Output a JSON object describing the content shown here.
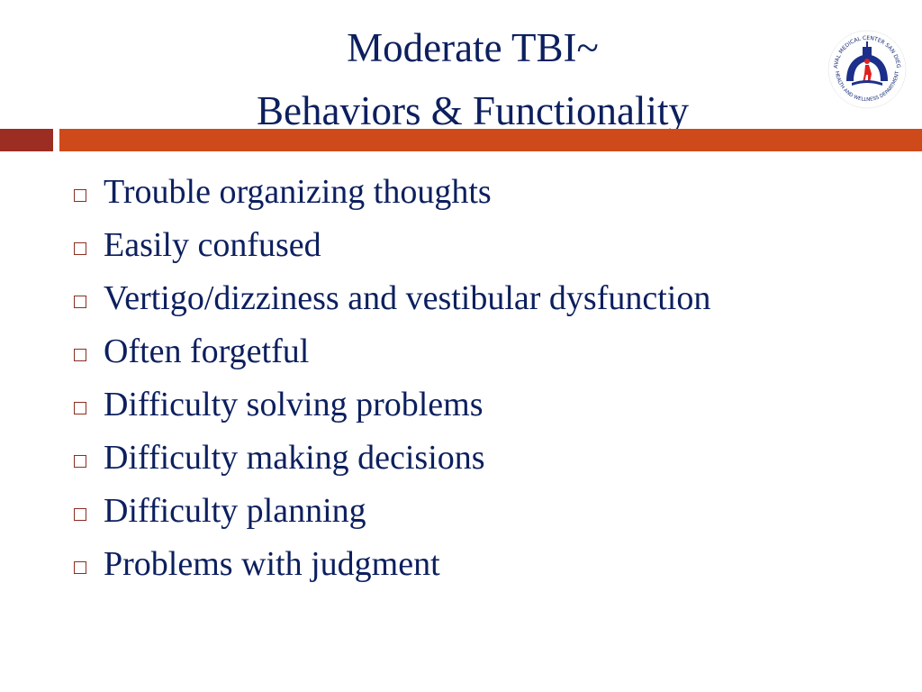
{
  "slide": {
    "title_line1": "Moderate TBI~",
    "title_line2": "Behaviors & Functionality",
    "bullets": [
      "Trouble organizing thoughts",
      "Easily confused",
      "Vertigo/dizziness and vestibular dysfunction",
      "Often forgetful",
      "Difficulty solving problems",
      "Difficulty making decisions",
      "Difficulty planning",
      "Problems with judgment"
    ]
  },
  "logo": {
    "top_text": "NAVAL MEDICAL CENTER SAN DIEGO",
    "bottom_text": "HEALTH AND WELLNESS DEPARTMENT"
  },
  "colors": {
    "title_text": "#0c1f5e",
    "bar_dark": "#9b2d22",
    "bar_accent": "#cf4a1b",
    "bullet_box": "#8a2e22"
  }
}
